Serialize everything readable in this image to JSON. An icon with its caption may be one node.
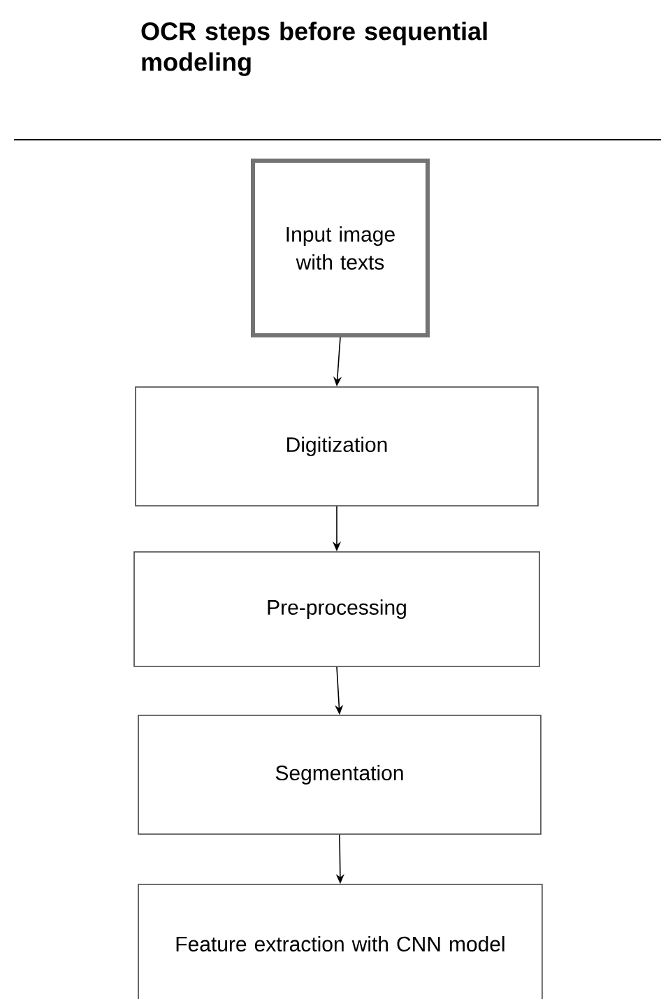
{
  "diagram": {
    "title": "OCR steps before sequential modeling",
    "nodes": [
      {
        "text": [
          "Input image with texts"
        ]
      },
      {
        "text": [
          "Digitization"
        ]
      },
      {
        "text": [
          "Pre-processing"
        ]
      },
      {
        "text": [
          "Segmentation"
        ]
      },
      {
        "text": [
          "Feature extraction with CNN model"
        ]
      }
    ],
    "edges": [
      {
        "from": 0,
        "to": 1,
        "arrow": "to"
      },
      {
        "from": 1,
        "to": 2,
        "arrow": "to"
      },
      {
        "from": 2,
        "to": 3,
        "arrow": "to"
      },
      {
        "from": 3,
        "to": 4,
        "arrow": "to"
      }
    ]
  }
}
